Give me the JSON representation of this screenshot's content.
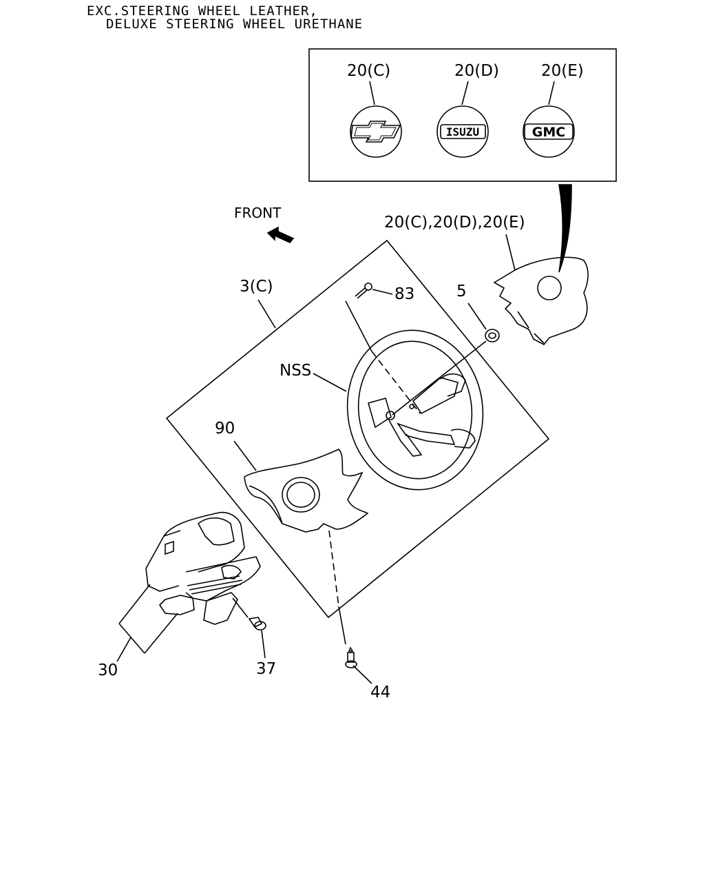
{
  "header": {
    "line1": "EXC.STEERING WHEEL LEATHER,",
    "line2": "DELUXE STEERING WHEEL URETHANE"
  },
  "inset": {
    "emblems": [
      {
        "label": "20(C)",
        "logo": "chevrolet-bowtie-icon"
      },
      {
        "label": "20(D)",
        "logo": "ISUZU"
      },
      {
        "label": "20(E)",
        "logo": "GMC"
      }
    ]
  },
  "front_label": "FRONT",
  "callouts": {
    "emblem_group": "20(C),20(D),20(E)",
    "assembly": "3(C)",
    "screw_83": "83",
    "nut_5": "5",
    "wheel_nss": "NSS",
    "cover_90": "90",
    "cable_30": "30",
    "bolt_37": "37",
    "screw_44": "44"
  },
  "colors": {
    "line": "#000000",
    "background": "#ffffff"
  }
}
